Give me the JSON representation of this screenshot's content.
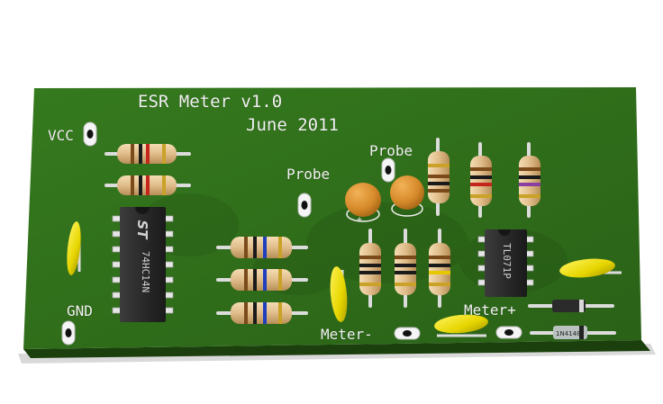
{
  "board": {
    "title": "ESR Meter v1.0",
    "date": "June 2011",
    "colors": {
      "pcb": "#2f6a1a",
      "pcb_edge": "#1b3f0d",
      "shadow": "#d7d7d7",
      "silk": "#f2f2f2"
    }
  },
  "labels": {
    "vcc": "VCC",
    "gnd": "GND",
    "probe_left": "Probe",
    "probe_right": "Probe",
    "meter_minus": "Meter-",
    "meter_plus": "Meter+"
  },
  "components": {
    "ic1_marking": "74HC14N",
    "ic1_logo": "ST",
    "ic2_marking": "TL071P",
    "diode_marking": "1N4148",
    "cap_polarity": "+"
  }
}
